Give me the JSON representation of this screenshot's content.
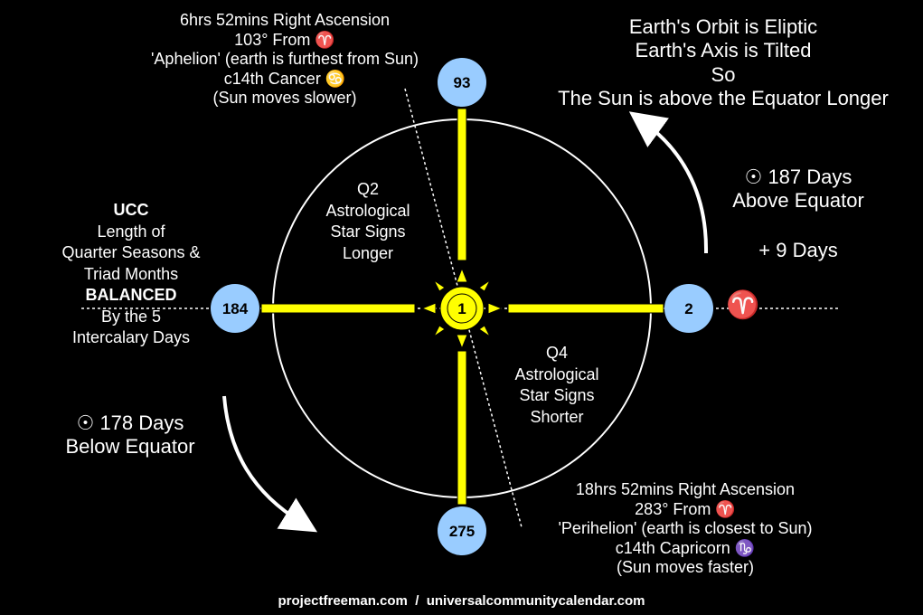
{
  "top_label": {
    "lines": [
      "6hrs 52mins Right Ascension",
      "103° From ♈",
      "'Aphelion' (earth is furthest from Sun)",
      "c14th Cancer ♋",
      "(Sun moves slower)"
    ]
  },
  "bottom_label": {
    "lines": [
      "18hrs 52mins Right Ascension",
      "283° From ♈",
      "'Perihelion' (earth is closest to Sun)",
      "c14th Capricorn ♑",
      "(Sun moves faster)"
    ]
  },
  "title_block": {
    "lines": [
      "Earth's Orbit is Eliptic",
      "Earth's Axis is Tilted",
      "So",
      "The Sun is above the Equator Longer"
    ]
  },
  "above_equator": {
    "line1": "☉ 187 Days",
    "line2": "Above Equator",
    "extra": "+ 9 Days"
  },
  "below_equator": {
    "line1": "☉ 178 Days",
    "line2": "Below Equator"
  },
  "ucc_block": {
    "title": "UCC",
    "line1": "Length of",
    "line2": "Quarter Seasons &",
    "line3": "Triad Months",
    "emphasis": "BALANCED",
    "line4": "By the 5",
    "line5": "Intercalary Days"
  },
  "q2": {
    "lines": [
      "Q2",
      "Astrological",
      "Star Signs",
      "Longer"
    ]
  },
  "q4": {
    "lines": [
      "Q4",
      "Astrological",
      "Star Signs",
      "Shorter"
    ]
  },
  "nodes": {
    "top": "93",
    "left": "184",
    "right": "2",
    "bottom": "275",
    "center": "1"
  },
  "aries_symbol": "♈",
  "footer": "projectfreeman.com  /  universalcommunitycalendar.com",
  "colors": {
    "background": "#000000",
    "node_fill": "#99ccff",
    "axis": "#ffff00",
    "sun": "#ffff00",
    "text": "#ffffff"
  }
}
